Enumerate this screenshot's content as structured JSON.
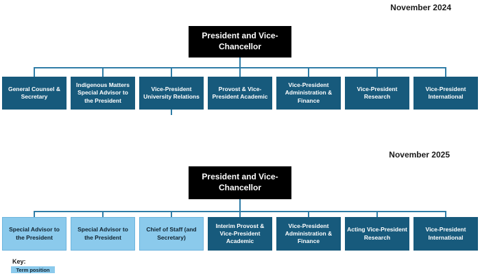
{
  "colors": {
    "executive_box": "#000000",
    "division_box": "#175a7c",
    "term_position_box": "#8bcaec",
    "connector_line": "#2e7ca6"
  },
  "charts": [
    {
      "id": "org-2024",
      "date_label": "November 2024",
      "root": {
        "label": "President and Vice-Chancellor"
      },
      "boxes": [
        {
          "label": "General Counsel & Secretary",
          "term_position": false
        },
        {
          "label": "Indigenous Matters Special Advisor to the President",
          "term_position": false
        },
        {
          "label": "Vice-President University Relations",
          "term_position": false,
          "has_stub_below": true
        },
        {
          "label": "Provost & Vice-President Academic",
          "term_position": false
        },
        {
          "label": "Vice-President Administration & Finance",
          "term_position": false
        },
        {
          "label": "Vice-President Research",
          "term_position": false
        },
        {
          "label": "Vice-President International",
          "term_position": false
        }
      ]
    },
    {
      "id": "org-2025",
      "date_label": "November 2025",
      "root": {
        "label": "President and Vice-Chancellor"
      },
      "boxes": [
        {
          "label": "Special Advisor to the President",
          "term_position": true
        },
        {
          "label": "Special Advisor to the President",
          "term_position": true
        },
        {
          "label": "Chief of Staff (and Secretary)",
          "term_position": true
        },
        {
          "label": "Interim Provost & Vice-President Academic",
          "term_position": false
        },
        {
          "label": "Vice-President Administration & Finance",
          "term_position": false
        },
        {
          "label": "Acting Vice-President Research",
          "term_position": false
        },
        {
          "label": "Vice-President International",
          "term_position": false
        }
      ]
    }
  ],
  "key": {
    "title": "Key:",
    "entries": [
      {
        "label": "Term position",
        "color": "#8bcaec"
      }
    ]
  }
}
